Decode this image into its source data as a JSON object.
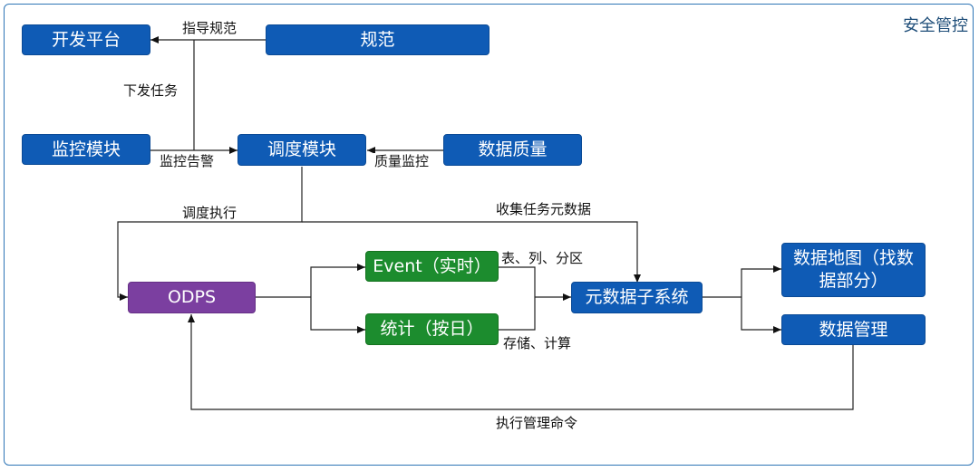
{
  "diagram": {
    "title": "安全管控",
    "nodes": {
      "kaifa": "开发平台",
      "guifan": "规范",
      "jiankong": "监控模块",
      "diaodu": "调度模块",
      "shuju_zhiliang": "数据质量",
      "odps": "ODPS",
      "event": "Event（实时）",
      "tongji": "统计（按日）",
      "yuanshuju": "元数据子系统",
      "ditu": "数据地图（找数\n据部分）",
      "guanli": "数据管理"
    },
    "edge_labels": {
      "zhidao": "指导规范",
      "xiafa": "下发任务",
      "jiankong_gaojing": "监控告警",
      "zhiliang_jiankong": "质量监控",
      "diaodu_zhixing": "调度执行",
      "shouji": "收集任务元数据",
      "biao": "表、列、分区",
      "cunchu": "存储、计算",
      "zhixing_guanli": "执行管理命令"
    },
    "colors": {
      "blue": "#0f5bb5",
      "green": "#1c8c2e",
      "purple": "#7b3fa0",
      "frame": "#2e75b6"
    }
  }
}
